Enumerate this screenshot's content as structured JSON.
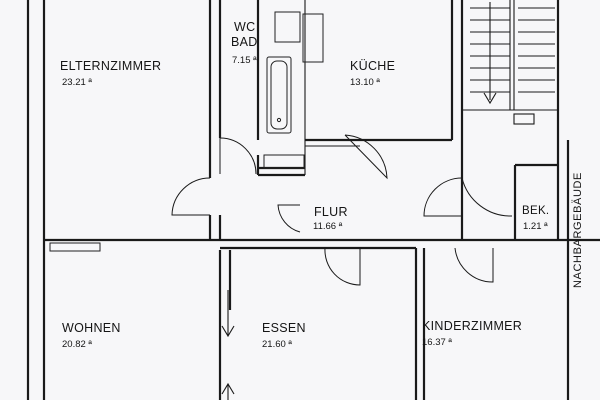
{
  "rooms": {
    "elternzimmer": {
      "name": "ELTERNZIMMER",
      "area": "23.21 ª"
    },
    "wc_bad": {
      "name_line1": "WC",
      "name_line2": "BAD",
      "area": "7.15 ª"
    },
    "kueche": {
      "name": "KÜCHE",
      "area": "13.10 ª"
    },
    "flur": {
      "name": "FLUR",
      "area": "11.66 ª"
    },
    "bek": {
      "name": "BEK.",
      "area": "1.21 ª"
    },
    "wohnen": {
      "name": "WOHNEN",
      "area": "20.82 ª"
    },
    "essen": {
      "name": "ESSEN",
      "area": "21.60 ª"
    },
    "kinderzimmer": {
      "name": "KINDERZIMMER",
      "area": "16.37 ª"
    }
  },
  "neighbor_label": "NACHBARGEBÄUDE",
  "colors": {
    "line": "#1a1a1a",
    "paper": "#f7f7f9"
  }
}
